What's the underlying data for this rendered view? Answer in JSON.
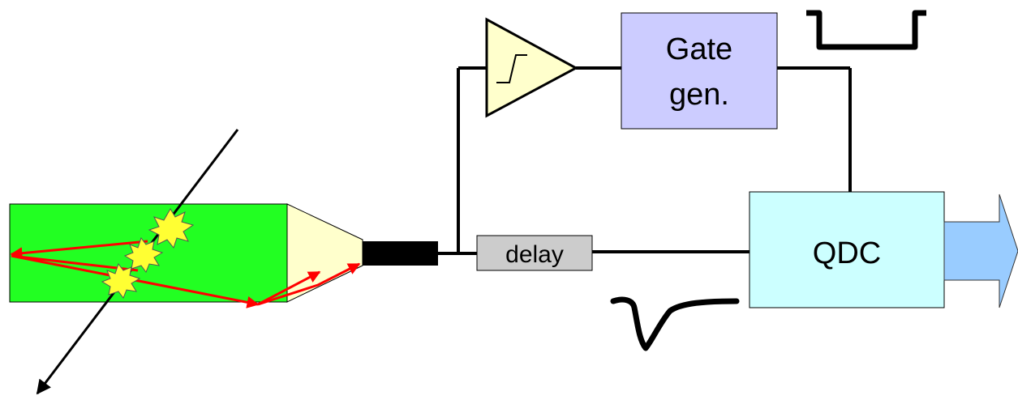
{
  "blocks": {
    "gate_generator": {
      "line1": "Gate",
      "line2": "gen.",
      "fill": "#ccccff"
    },
    "delay": {
      "label": "delay",
      "fill": "#cccccc"
    },
    "qdc": {
      "label": "QDC",
      "fill": "#ccffff"
    }
  },
  "colors": {
    "scintillator": "#22ff22",
    "light_guide": "#ffffcc",
    "discriminator": "#ffffcc",
    "photon_arrows": "#ff0000",
    "flashes": "#ffff33",
    "output_arrow": "#99ccff",
    "wires": "#000000"
  },
  "icons": {
    "discriminator": "threshold-step-icon",
    "gate_signal": "square-gate-pulse-icon",
    "pmt_signal": "negative-pulse-icon",
    "output": "output-arrow-icon"
  }
}
